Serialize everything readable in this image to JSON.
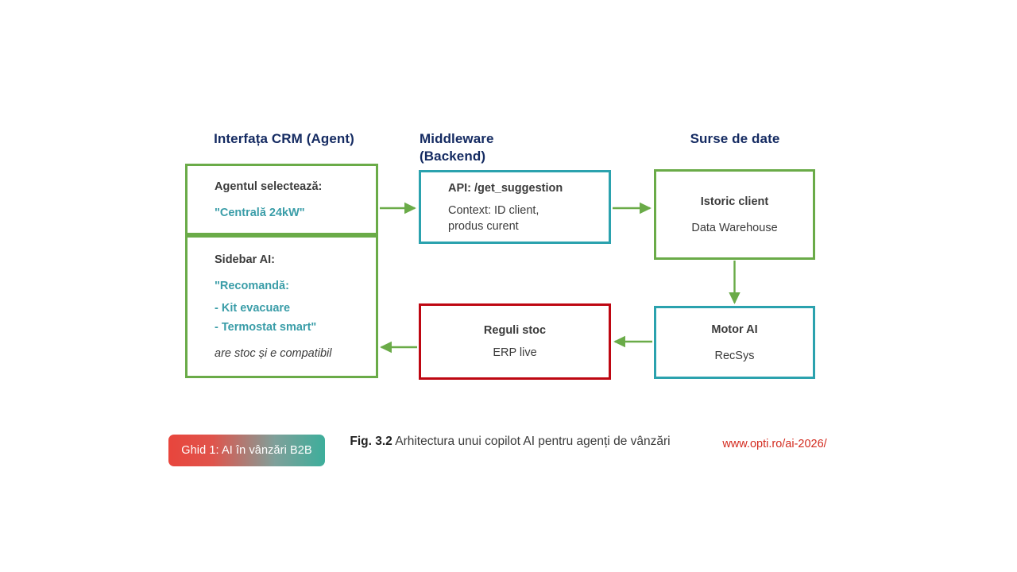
{
  "columns": [
    {
      "id": "crm",
      "heading": "Interfața CRM (Agent)"
    },
    {
      "id": "middleware",
      "heading_line1": "Middleware",
      "heading_line2": "(Backend)"
    },
    {
      "id": "sources",
      "heading": "Surse de date"
    }
  ],
  "boxes": {
    "agent_select": {
      "title": "Agentul selectează:",
      "value": "\"Centrală 24kW\""
    },
    "sidebar_ai": {
      "title": "Sidebar AI:",
      "rec_header": "\"Recomandă:",
      "rec_item_1": "- Kit evacuare",
      "rec_item_2": "- Termostat smart\"",
      "note": "are stoc și e  compatibil"
    },
    "api": {
      "title": "API: /get_suggestion",
      "line1": "Context: ID client,",
      "line2": "produs curent"
    },
    "istoric": {
      "title": "Istoric client",
      "subtitle": "Data Warehouse"
    },
    "motor_ai": {
      "title": "Motor AI",
      "subtitle": "RecSys"
    },
    "reguli_stoc": {
      "title": "Reguli stoc",
      "subtitle": "ERP live"
    }
  },
  "footer": {
    "badge_label": "Ghid 1: AI în vânzări B2B",
    "caption_prefix": "Fig. 3.2",
    "caption_text": " Arhitectura unui copilot AI pentru agenți de vânzări",
    "url": "www.opti.ro/ai-2026/"
  },
  "colors": {
    "green": "#6AAB48",
    "teal": "#2BA2AE",
    "red": "#BE0712",
    "heading_navy": "#152B62",
    "accent_text": "#3A9DA8",
    "arrow_green": "#6AAB48",
    "url_red": "#D32A1E",
    "badge_from": "#E8453C",
    "badge_to": "#3DAE9B"
  }
}
